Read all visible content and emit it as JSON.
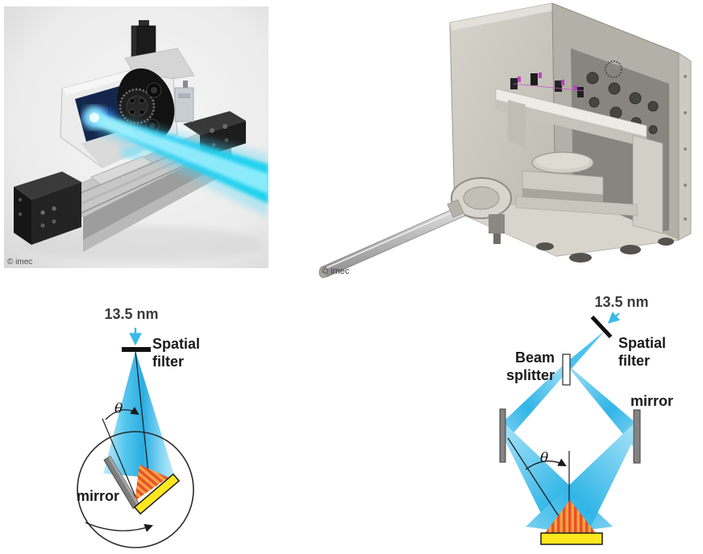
{
  "figure": {
    "description_visible_text_only": true
  },
  "panels": {
    "photo_left": {
      "credit": "© imec"
    },
    "photo_right": {
      "credit": "© imec"
    },
    "diagram_left": {
      "wavelength_label": "13.5 nm",
      "spatial_filter_line1": "Spatial",
      "spatial_filter_line2": "filter",
      "angle_symbol": "θ",
      "mirror_label": "mirror"
    },
    "diagram_right": {
      "wavelength_label": "13.5 nm",
      "spatial_filter_line1": "Spatial",
      "spatial_filter_line2": "filter",
      "beam_splitter_line1": "Beam",
      "beam_splitter_line2": "splitter",
      "angle_symbol": "θ",
      "mirror_label": "mirror"
    }
  },
  "colors": {
    "beam_cyan": "#2fb3e6",
    "beam_cyan_light": "#bfe9fa",
    "laser_bright": "#24d6f7",
    "sample_yellow": "#ffe71f",
    "mirror_gray": "#848484",
    "hatch_red": "#e8502e",
    "hatch_orange": "#f7a23e",
    "filter_black": "#111111",
    "chamber_beige": "#c9c6bd",
    "text_dark": "#3a3a3a"
  }
}
